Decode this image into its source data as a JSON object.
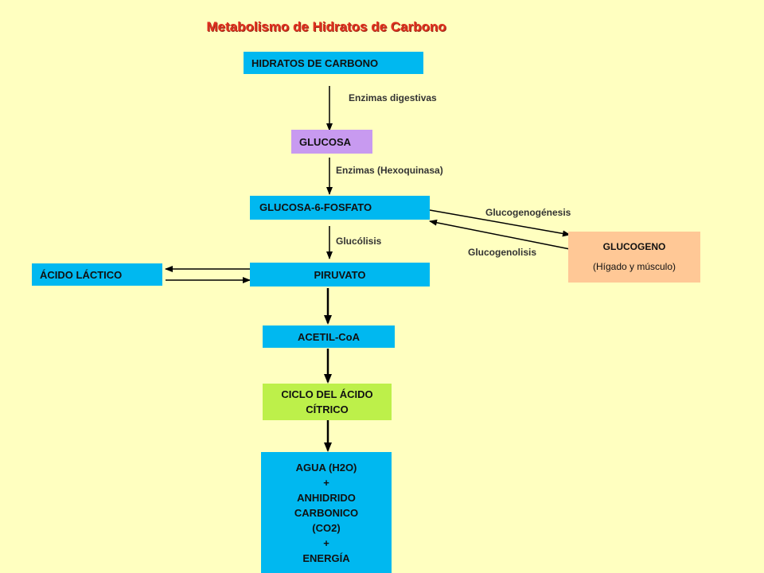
{
  "title": "Metabolismo de Hidratos de Carbono",
  "nodes": {
    "hidratos": "HIDRATOS DE CARBONO",
    "glucosa": "GLUCOSA",
    "glucosa6": "GLUCOSA-6-FOSFATO",
    "piruvato": "PIRUVATO",
    "acido_lactico": "ÁCIDO LÁCTICO",
    "acetil": "ACETIL-CoA",
    "ciclo_line1": "CICLO DEL ÁCIDO",
    "ciclo_line2": "CÍTRICO",
    "glucogeno_name": "GLUCOGENO",
    "glucogeno_sub": "(Hígado y músculo)",
    "final_lines": [
      "AGUA (H2O)",
      "+",
      "ANHIDRIDO",
      "CARBONICO",
      "(CO2)",
      "+",
      "ENERGÍA"
    ]
  },
  "edges": {
    "enzimas_digestivas": "Enzimas digestivas",
    "hexoquinasa": "Enzimas (Hexoquinasa)",
    "glucolisis": "Glucólisis",
    "glucogenogenesis": "Glucogenogénesis",
    "glucogenolisis": "Glucogenolisis"
  },
  "colors": {
    "background": "#FFFFC0",
    "title": "#E0301E",
    "cyan": "#00B8F0",
    "lime": "#BDF04A",
    "violet": "#C89AF0",
    "peach": "#FFC896"
  }
}
